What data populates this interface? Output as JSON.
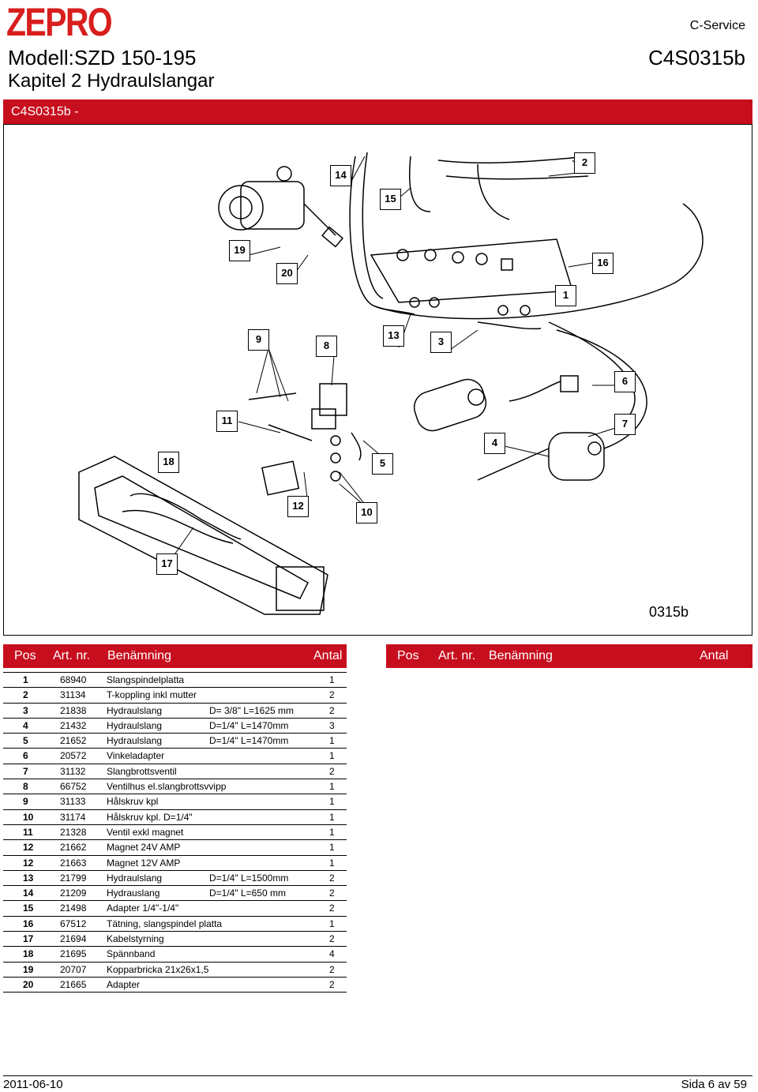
{
  "header": {
    "logo": "ZEPRO",
    "service": "C-Service",
    "model": "Modell:SZD 150-195",
    "chapter": "Kapitel 2 Hydraulslangar",
    "code": "C4S0315b",
    "section_bar": "C4S0315b -"
  },
  "figure": {
    "code": "0315b",
    "callouts": [
      "1",
      "2",
      "3",
      "4",
      "5",
      "6",
      "7",
      "8",
      "9",
      "10",
      "11",
      "12",
      "13",
      "14",
      "15",
      "16",
      "17",
      "18",
      "19",
      "20"
    ]
  },
  "table_headers": {
    "pos": "Pos",
    "art": "Art. nr.",
    "name": "Benämning",
    "qty": "Antal"
  },
  "parts": [
    {
      "pos": "1",
      "art": "68940",
      "name": "Slangspindelplatta",
      "spec": "",
      "qty": "1"
    },
    {
      "pos": "2",
      "art": "31134",
      "name": "T-koppling inkl mutter",
      "spec": "",
      "qty": "2"
    },
    {
      "pos": "3",
      "art": "21838",
      "name": "Hydraulslang",
      "spec": "D= 3/8\" L=1625 mm",
      "qty": "2"
    },
    {
      "pos": "4",
      "art": "21432",
      "name": "Hydraulslang",
      "spec": "D=1/4\" L=1470mm",
      "qty": "3"
    },
    {
      "pos": "5",
      "art": "21652",
      "name": "Hydraulslang",
      "spec": "D=1/4\" L=1470mm",
      "qty": "1"
    },
    {
      "pos": "6",
      "art": "20572",
      "name": "Vinkeladapter",
      "spec": "",
      "qty": "1"
    },
    {
      "pos": "7",
      "art": "31132",
      "name": "Slangbrottsventil",
      "spec": "",
      "qty": "2"
    },
    {
      "pos": "8",
      "art": "66752",
      "name": "Ventilhus el.slangbrottsvvipp",
      "spec": "",
      "qty": "1"
    },
    {
      "pos": "9",
      "art": "31133",
      "name": "Hålskruv kpl",
      "spec": "",
      "qty": "1"
    },
    {
      "pos": "10",
      "art": "31174",
      "name": "Hålskruv kpl. D=1/4\"",
      "spec": "",
      "qty": "1"
    },
    {
      "pos": "11",
      "art": "21328",
      "name": "Ventil exkl magnet",
      "spec": "",
      "qty": "1"
    },
    {
      "pos": "12",
      "art": "21662",
      "name": "Magnet 24V AMP",
      "spec": "",
      "qty": "1"
    },
    {
      "pos": "12",
      "art": "21663",
      "name": "Magnet 12V AMP",
      "spec": "",
      "qty": "1"
    },
    {
      "pos": "13",
      "art": "21799",
      "name": "Hydraulslang",
      "spec": "D=1/4\" L=1500mm",
      "qty": "2"
    },
    {
      "pos": "14",
      "art": "21209",
      "name": "Hydrauslang",
      "spec": "D=1/4\" L=650 mm",
      "qty": "2"
    },
    {
      "pos": "15",
      "art": "21498",
      "name": "Adapter 1/4\"-1/4\"",
      "spec": "",
      "qty": "2"
    },
    {
      "pos": "16",
      "art": "67512",
      "name": "Tätning, slangspindel    platta",
      "spec": "",
      "qty": "1"
    },
    {
      "pos": "17",
      "art": "21694",
      "name": "Kabelstyrning",
      "spec": "",
      "qty": "2"
    },
    {
      "pos": "18",
      "art": "21695",
      "name": "Spännband",
      "spec": "",
      "qty": "4"
    },
    {
      "pos": "19",
      "art": "20707",
      "name": "Kopparbricka 21x26x1,5",
      "spec": "",
      "qty": "2"
    },
    {
      "pos": "20",
      "art": "21665",
      "name": "Adapter",
      "spec": "",
      "qty": "2"
    }
  ],
  "footer": {
    "date": "2011-06-10",
    "page": "Sida 6 av 59"
  },
  "colors": {
    "brand_red": "#c70e1e",
    "logo_red": "#d81e1e"
  }
}
